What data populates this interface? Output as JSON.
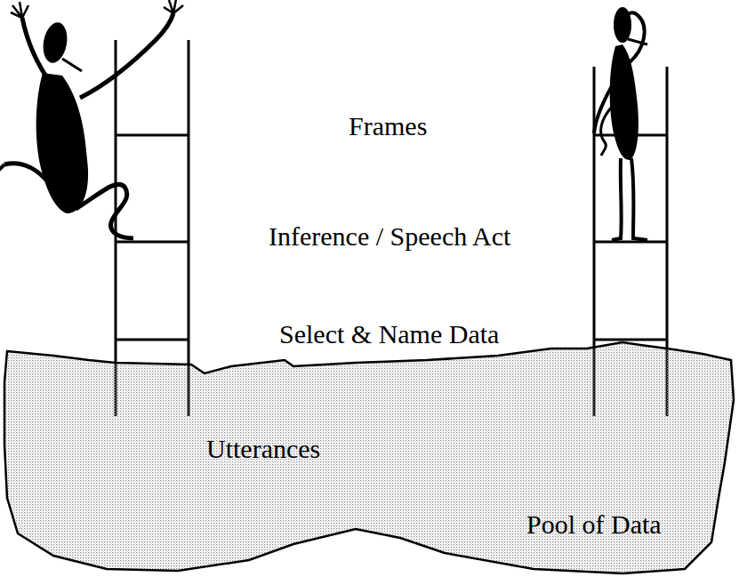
{
  "diagram": {
    "nodes": [
      {
        "text": [
          "Utterances",
          "Pool of Data"
        ]
      }
    ],
    "labels": [
      "Frames",
      "Inference / Speech Act",
      "Select & Name Data"
    ]
  }
}
